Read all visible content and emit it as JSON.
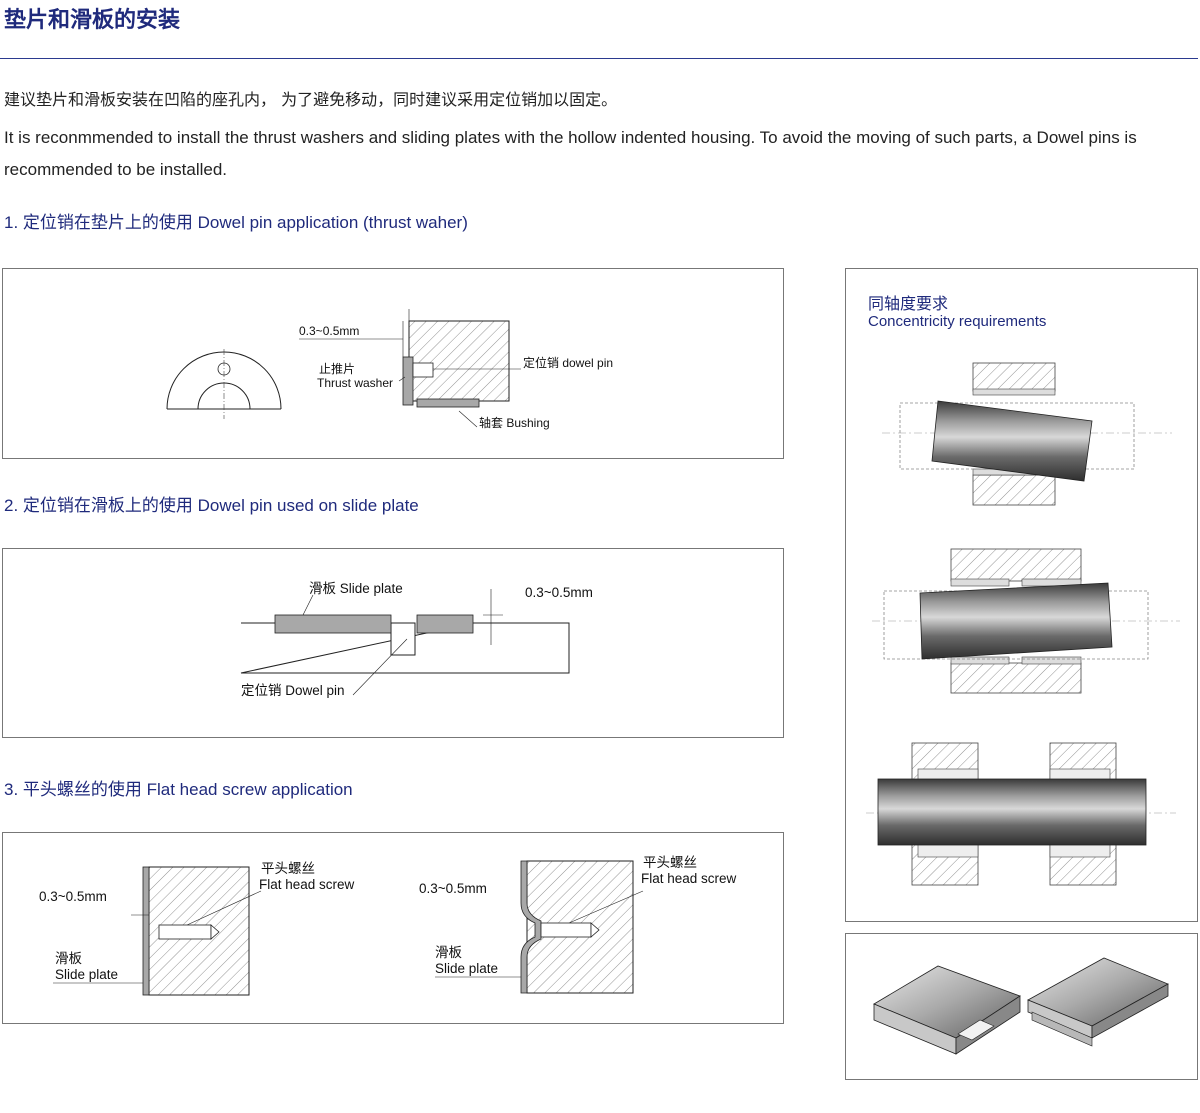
{
  "title": "垫片和滑板的安装",
  "intro_cn": "建议垫片和滑板安装在凹陷的座孔内， 为了避免移动，同时建议采用定位销加以固定。",
  "intro_en": "It is reconmmended to install the thrust washers and sliding plates with the hollow indented housing. To avoid the moving of such parts, a Dowel pins is recommended to be installed.",
  "section1": {
    "heading": "1. 定位销在垫片上的使用 Dowel pin application (thrust waher)",
    "dim": "0.3~0.5mm",
    "washer_cn": "止推片",
    "washer_en": "Thrust washer",
    "dowel": "定位销 dowel pin",
    "bushing": "轴套 Bushing"
  },
  "section2": {
    "heading": "2. 定位销在滑板上的使用 Dowel pin used on slide plate",
    "slide": "滑板 Slide plate",
    "dim": "0.3~0.5mm",
    "dowel": "定位销 Dowel pin"
  },
  "section3": {
    "heading": "3. 平头螺丝的使用 Flat head screw application",
    "left": {
      "dim": "0.3~0.5mm",
      "screw_cn": "平头螺丝",
      "screw_en": "Flat head screw",
      "plate_cn": "滑板",
      "plate_en": "Slide plate"
    },
    "right": {
      "dim": "0.3~0.5mm",
      "screw_cn": "平头螺丝",
      "screw_en": "Flat head screw",
      "plate_cn": "滑板",
      "plate_en": "Slide plate"
    }
  },
  "side": {
    "title_cn": "同轴度要求",
    "title_en": "Concentricity requirements"
  }
}
